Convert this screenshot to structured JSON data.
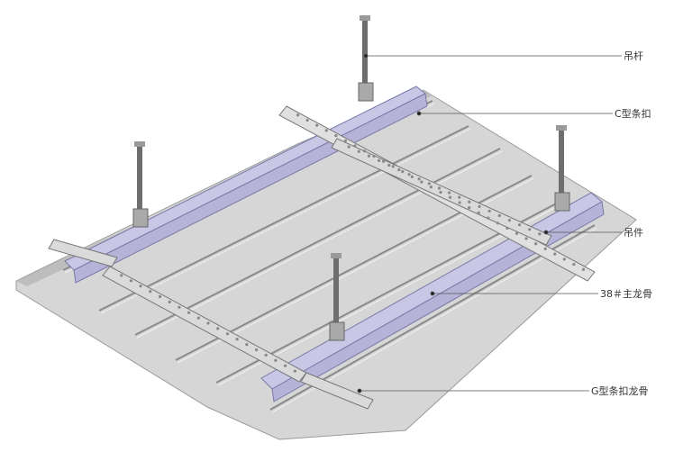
{
  "diagram": {
    "labels": {
      "hanger_rod": "吊杆",
      "c_clip": "C型条扣",
      "hanger": "吊件",
      "main_keel": "38＃主龙骨",
      "g_clip_keel": "G型条扣龙骨"
    }
  },
  "colors": {
    "background": "#ffffff",
    "panel": "#d3d3d3",
    "panel_groove": "#8a8a8a",
    "main_keel": "#c9c7e6",
    "g_keel": "#d8d8d8",
    "rod": "#6e6e6e",
    "leader": "#555555"
  }
}
